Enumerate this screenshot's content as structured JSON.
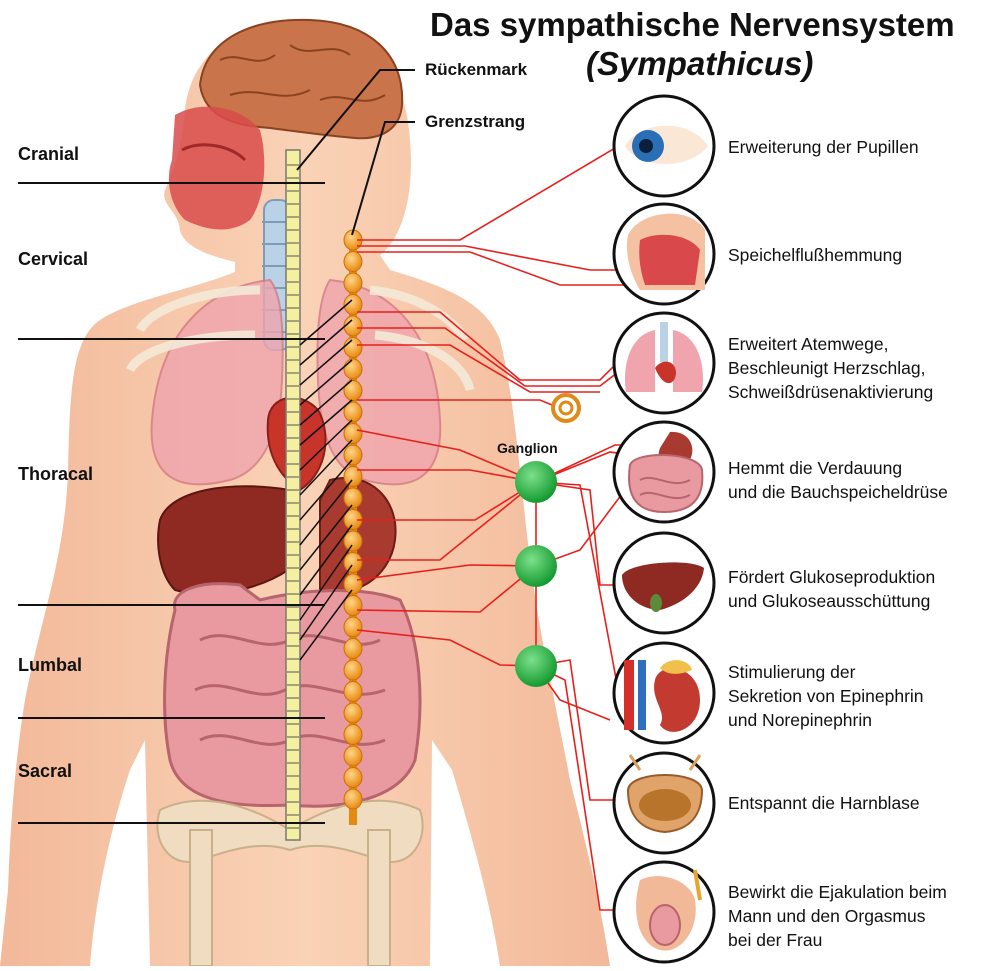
{
  "title": "Das sympathische Nervensystem",
  "subtitle": "(Sympathicus)",
  "labels": {
    "spinal_cord": "Rückenmark",
    "sympathetic_trunk": "Grenzstrang",
    "ganglion": "Ganglion"
  },
  "regions": [
    "Cranial",
    "Cervical",
    "Thoracal",
    "Lumbal",
    "Sacral"
  ],
  "effects": [
    {
      "organ": "eye-icon",
      "lines": [
        "Erweiterung der Pupillen"
      ]
    },
    {
      "organ": "head-section-icon",
      "lines": [
        "Speichelflußhemmung"
      ]
    },
    {
      "organ": "lungs-heart-icon",
      "lines": [
        "Erweitert Atemwege,",
        "Beschleunigt Herzschlag,",
        "Schweißdrüsenaktivierung"
      ]
    },
    {
      "organ": "stomach-intestine-icon",
      "lines": [
        "Hemmt die Verdauung",
        "und die Bauchspeicheldrüse"
      ]
    },
    {
      "organ": "liver-icon",
      "lines": [
        "Fördert Glukoseproduktion",
        "und Glukoseausschüttung"
      ]
    },
    {
      "organ": "kidney-adrenal-icon",
      "lines": [
        "Stimulierung der",
        "Sekretion von Epinephrin",
        "und Norepinephrin"
      ]
    },
    {
      "organ": "bladder-icon",
      "lines": [
        "Entspannt die Harnblase"
      ]
    },
    {
      "organ": "genitals-icon",
      "lines": [
        "Bewirkt die Ejakulation beim",
        "Mann und den Orgasmus",
        "bei der Frau"
      ]
    }
  ],
  "colors": {
    "skin": "#f6c6a6",
    "nerve": "#e8201c",
    "ganglion": "#1fa53a",
    "trunk": "#f4a21e",
    "spine": "#f5f0a0"
  }
}
